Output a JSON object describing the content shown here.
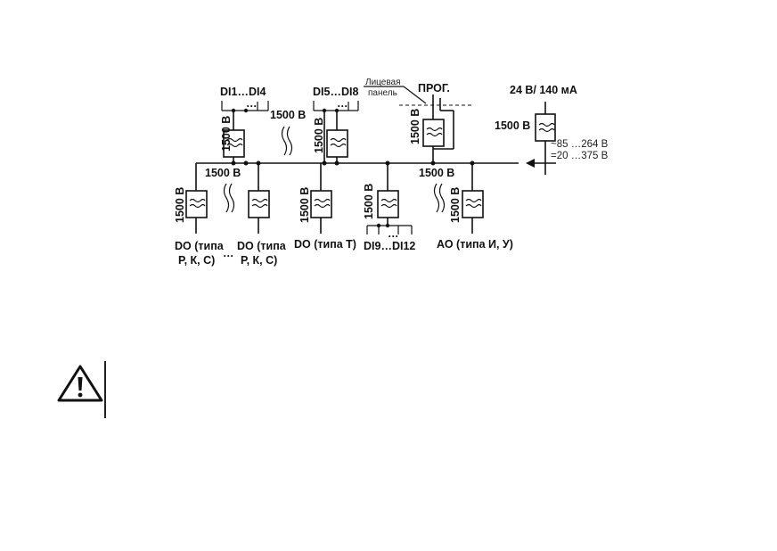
{
  "diagram": {
    "labels": {
      "di_group_1": "DI1…DI4",
      "di_group_2": "DI5…DI8",
      "di_group_3": "DI9…DI12",
      "prog": "ПРОГ.",
      "front_panel_1": "Лицевая",
      "front_panel_2": "панель",
      "power_supply": "24 В/ 140 мА",
      "voltage_ac": "~85 …264 В",
      "voltage_dc": "=20 …375 В",
      "ellipsis": "…",
      "do_rkc_line1": "DO (типа",
      "do_rkc_line2": "Р, К, С)",
      "do_t": "DO (типа Т)",
      "ao": "АО (типа И, У)",
      "isolation": "1500 В"
    }
  },
  "warning": {
    "icon": "warning-triangle-icon"
  }
}
